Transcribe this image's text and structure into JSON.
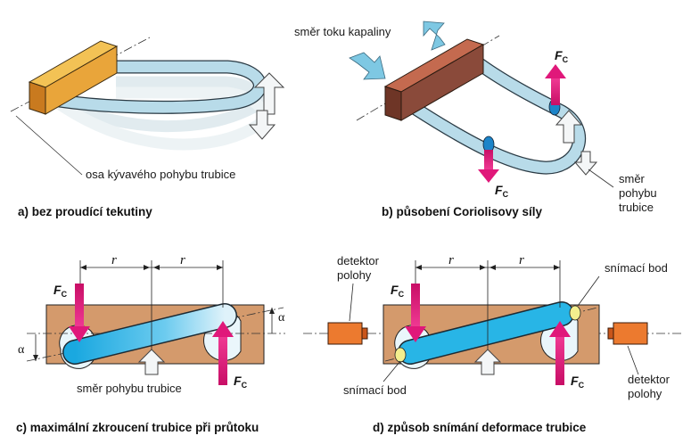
{
  "panels": {
    "a": {
      "caption": "a) bez proudící tekutiny",
      "axis_label": "osa kývavého pohybu trubice"
    },
    "b": {
      "caption": "b) působení Coriolisovy síly",
      "flow_label": "směr toku kapaliny",
      "motion_label": [
        "směr",
        "pohybu",
        "trubice"
      ],
      "force_symbol": "F",
      "force_subscript": "C"
    },
    "c": {
      "caption": "c) maximální zkroucení trubice při průtoku",
      "motion_label": "směr pohybu trubice",
      "r_label": "r",
      "alpha_label": "α",
      "force_symbol": "F",
      "force_subscript": "C"
    },
    "d": {
      "caption": "d) způsob snímání deformace trubice",
      "detector_label": [
        "detektor",
        "polohy"
      ],
      "sensing_point_label": "snímací bod",
      "r_label": "r",
      "force_symbol": "F",
      "force_subscript": "C"
    }
  },
  "colors": {
    "tube": "#b8dbe9",
    "tube_outline": "#2a3a44",
    "tube_blue": "#28b5e6",
    "block_yellow": "#e9a53a",
    "block_brown": "#8a4a3a",
    "plate": "#d49a6c",
    "force_arrow": "#e0187a",
    "detector": "#ec7a2f",
    "sensing_point": "#f3ef8e",
    "flow_arrow": "#7ec8e3"
  }
}
